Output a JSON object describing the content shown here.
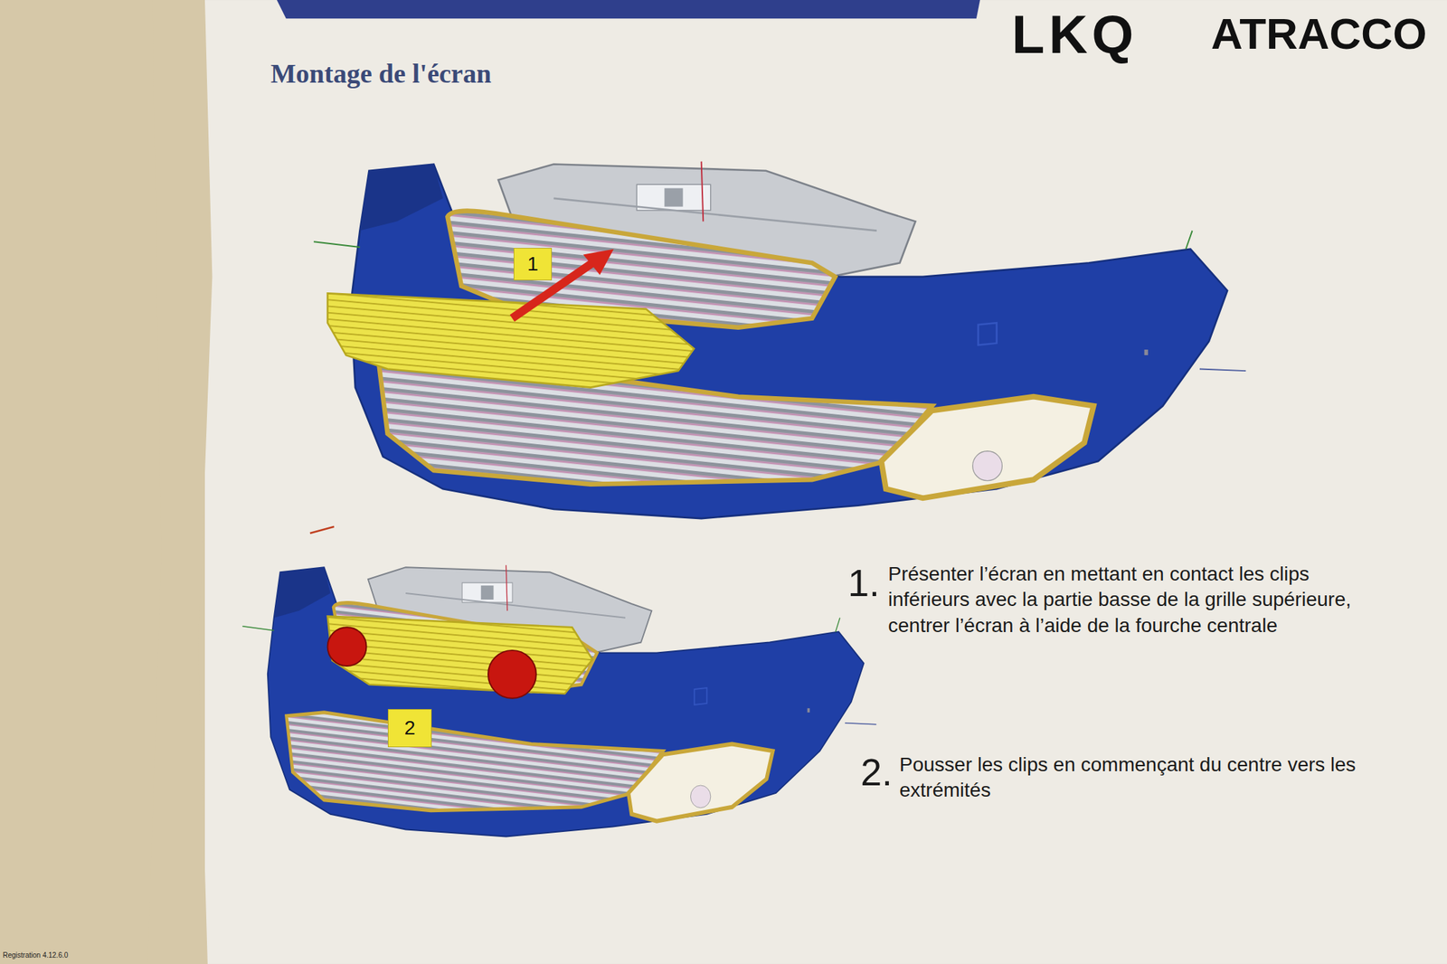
{
  "diagram": {
    "title": "Montage de l'écran",
    "nodes": [
      {
        "text": [
          "1"
        ]
      },
      {
        "text": [
          "2"
        ]
      }
    ],
    "labels": [
      "LKQ",
      "ATRACCO",
      "1.",
      "Présenter l’écran en mettant en contact les clips inférieurs avec la partie basse de la grille supérieure, centrer l’écran à l’aide de la fourche centrale",
      "2.",
      "Pousser les clips en commençant du centre vers les extrémités",
      "Registration 4.12.6.0"
    ]
  }
}
